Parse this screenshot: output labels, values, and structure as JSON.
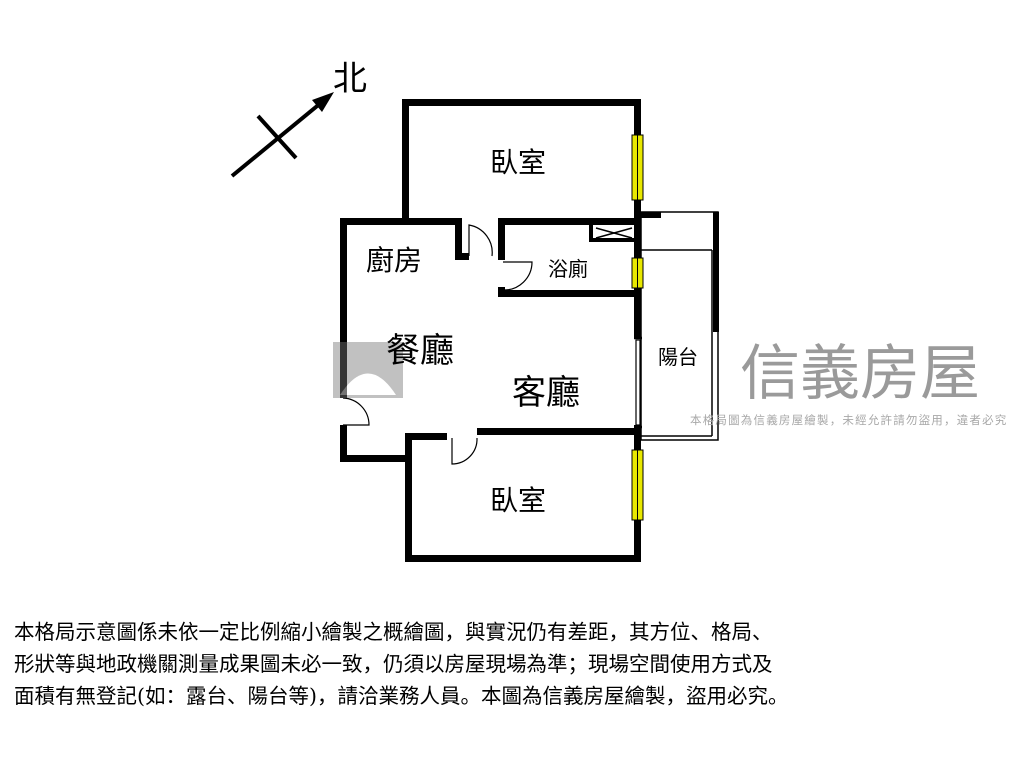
{
  "compass": {
    "label": "北"
  },
  "rooms": {
    "bedroom_top": "臥室",
    "kitchen": "廚房",
    "bathroom": "浴廁",
    "dining": "餐廳",
    "living": "客廳",
    "balcony": "陽台",
    "bedroom_bottom": "臥室"
  },
  "watermark": {
    "brand": "信義房屋",
    "notice": "本格局圖為信義房屋繪製，未經允許請勿盜用，違者必究"
  },
  "colors": {
    "wall": "#000000",
    "window": "#e8e800",
    "watermark": "#9a9a9a"
  },
  "caption": {
    "lines": [
      "本格局示意圖係未依一定比例縮小繪製之概繪圖，與實況仍有差距，其方位、格局、",
      "形狀等與地政機關測量成果圖未必一致，仍須以房屋現場為準；現場空間使用方式及",
      "面積有無登記(如：露台、陽台等)，請洽業務人員。本圖為信義房屋繪製，盜用必究。"
    ]
  }
}
